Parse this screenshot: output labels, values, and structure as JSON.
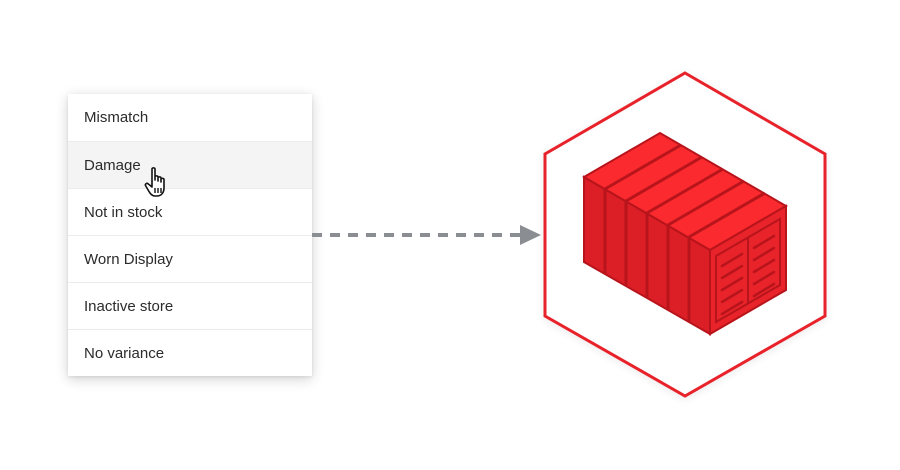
{
  "menu": {
    "items": [
      {
        "label": "Mismatch",
        "hovered": false
      },
      {
        "label": "Damage",
        "hovered": true
      },
      {
        "label": "Not in stock",
        "hovered": false
      },
      {
        "label": "Worn Display",
        "hovered": false
      },
      {
        "label": "Inactive store",
        "hovered": false
      },
      {
        "label": "No variance",
        "hovered": false
      }
    ]
  },
  "cursor": {
    "icon": "hand-pointer-icon",
    "over_item": "Damage"
  },
  "connector": {
    "icon": "dashed-arrow-right-icon",
    "color": "#8a8d91"
  },
  "graphic": {
    "icon": "shipping-container-icon",
    "frame": "hexagon",
    "accent": "#e8222b",
    "fill_top": "#fb2a2f",
    "fill_side": "#dc1f26",
    "stroke": "#b8141b"
  }
}
